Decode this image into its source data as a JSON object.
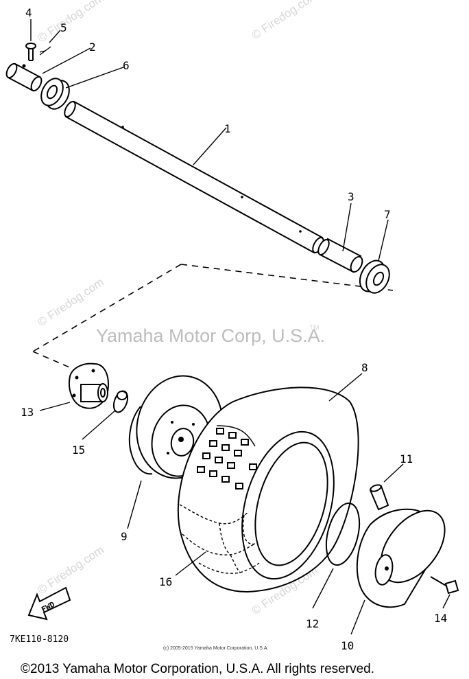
{
  "diagram": {
    "diagram_code": "7KE110-8120",
    "small_copyright": "(c) 2005-2015 Yamaha Motor Corporation, U.S.A.",
    "footer_copyright": "©2013 Yamaha Motor Corporation, U.S.A. All rights reserved.",
    "watermark_main": "Yamaha Motor Corp, U.S.A.",
    "watermark_tm": "TM",
    "watermark_site": "© Firedog.com",
    "fwd_label": "FWD",
    "callouts": {
      "c1": "1",
      "c2": "2",
      "c3": "3",
      "c4": "4",
      "c5": "5",
      "c6": "6",
      "c7": "7",
      "c8": "8",
      "c9": "9",
      "c10": "10",
      "c11": "11",
      "c12": "12",
      "c13": "13",
      "c14": "14",
      "c15": "15",
      "c16": "16"
    }
  }
}
